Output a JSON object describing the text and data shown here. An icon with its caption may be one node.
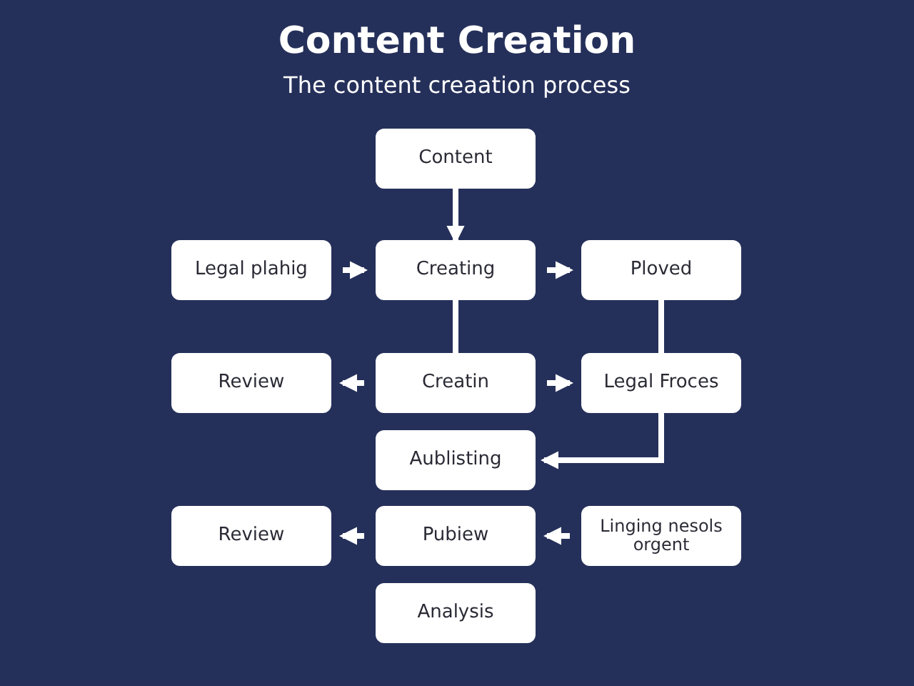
{
  "diagram": {
    "title": "Content Creation",
    "caption": "The content creaation process",
    "nodes": [
      {
        "text": [
          "Content"
        ]
      },
      {
        "text": [
          "Legal plahig"
        ]
      },
      {
        "text": [
          "Creating"
        ]
      },
      {
        "text": [
          "Ploved"
        ]
      },
      {
        "text": [
          "Review"
        ]
      },
      {
        "text": [
          "Creatin"
        ]
      },
      {
        "text": [
          "Legal Froces"
        ]
      },
      {
        "text": [
          "Aublisting"
        ]
      },
      {
        "text": [
          "Review"
        ]
      },
      {
        "text": [
          "Pubiew"
        ]
      },
      {
        "text": [
          "Linging nesols orgent"
        ]
      },
      {
        "text": [
          "Analysis"
        ]
      }
    ],
    "edges": [
      {
        "from": 0,
        "to": 2,
        "arrow": "to"
      },
      {
        "from": 1,
        "to": 2,
        "arrow": "to"
      },
      {
        "from": 2,
        "to": 3,
        "arrow": "to"
      },
      {
        "from": 2,
        "to": 5,
        "arrow": "none"
      },
      {
        "from": 3,
        "to": 6,
        "arrow": "none"
      },
      {
        "from": 5,
        "to": 4,
        "arrow": "to"
      },
      {
        "from": 5,
        "to": 6,
        "arrow": "to"
      },
      {
        "from": 6,
        "to": 7,
        "arrow": "to"
      },
      {
        "from": 9,
        "to": 8,
        "arrow": "to"
      },
      {
        "from": 10,
        "to": 9,
        "arrow": "to"
      }
    ]
  }
}
